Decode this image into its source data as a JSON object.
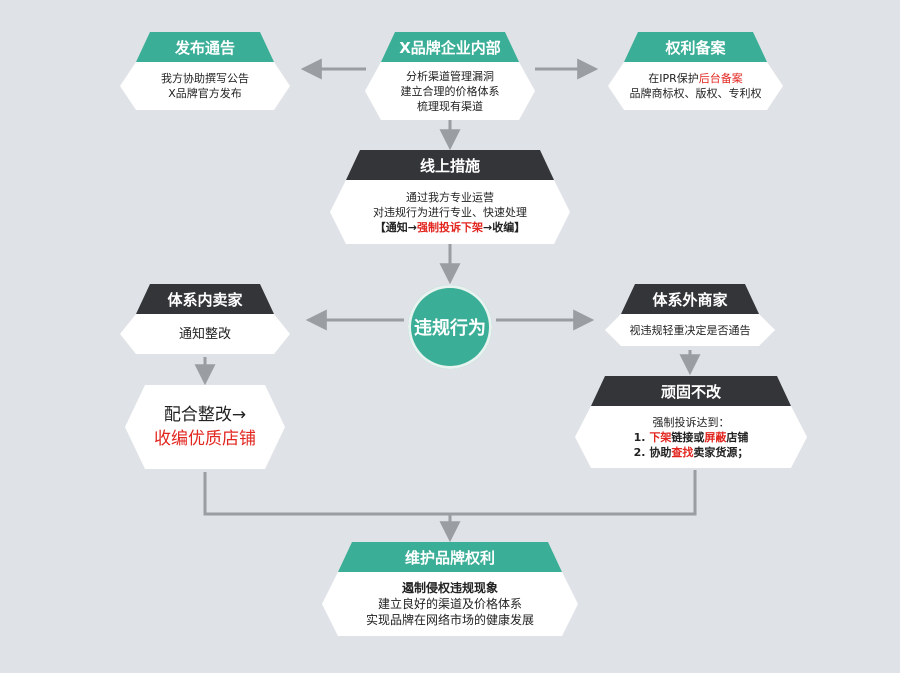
{
  "colors": {
    "green": "#3aae96",
    "dark": "#333538",
    "line": "#9a9ea3",
    "highlight": "#e2261f"
  },
  "nodes": {
    "announce": {
      "title": "发布通告",
      "lines": [
        "我方协助撰写公告",
        "X品牌官方发布"
      ]
    },
    "brand_internal": {
      "title": "X品牌企业内部",
      "lines": [
        "分析渠道管理漏洞",
        "建立合理的价格体系",
        "梳理现有渠道"
      ]
    },
    "rights_filing": {
      "title": "权利备案",
      "line1_prefix": "在IPR保护",
      "line1_highlight": "后台备案",
      "line2": "品牌商标权、版权、专利权"
    },
    "online_measures": {
      "title": "线上措施",
      "lines": [
        "通过我方专业运营",
        "对违规行为进行专业、快速处理"
      ],
      "flow_prefix": "【通知→",
      "flow_highlight": "强制投诉下架",
      "flow_suffix": "→收编】"
    },
    "violation": {
      "title": "违规行为"
    },
    "internal_sellers": {
      "title": "体系内卖家",
      "lines": [
        "通知整改"
      ]
    },
    "external_merchants": {
      "title": "体系外商家",
      "lines": [
        "视违规轻重决定是否通告"
      ]
    },
    "cooperate": {
      "line1": "配合整改→",
      "line2": "收编优质店铺"
    },
    "stubborn": {
      "title": "顽固不改",
      "intro": "强制投诉达到：",
      "item1_a": "1.",
      "item1_b": "下架",
      "item1_c": "链接或",
      "item1_d": "屏蔽",
      "item1_e": "店铺",
      "item2_a": "2. 协助",
      "item2_b": "查找",
      "item2_c": "卖家货源；"
    },
    "maintain": {
      "title": "维护品牌权利",
      "line_bold": "遏制侵权违规现象",
      "lines": [
        "建立良好的渠道及价格体系",
        "实现品牌在网络市场的健康发展"
      ]
    }
  }
}
